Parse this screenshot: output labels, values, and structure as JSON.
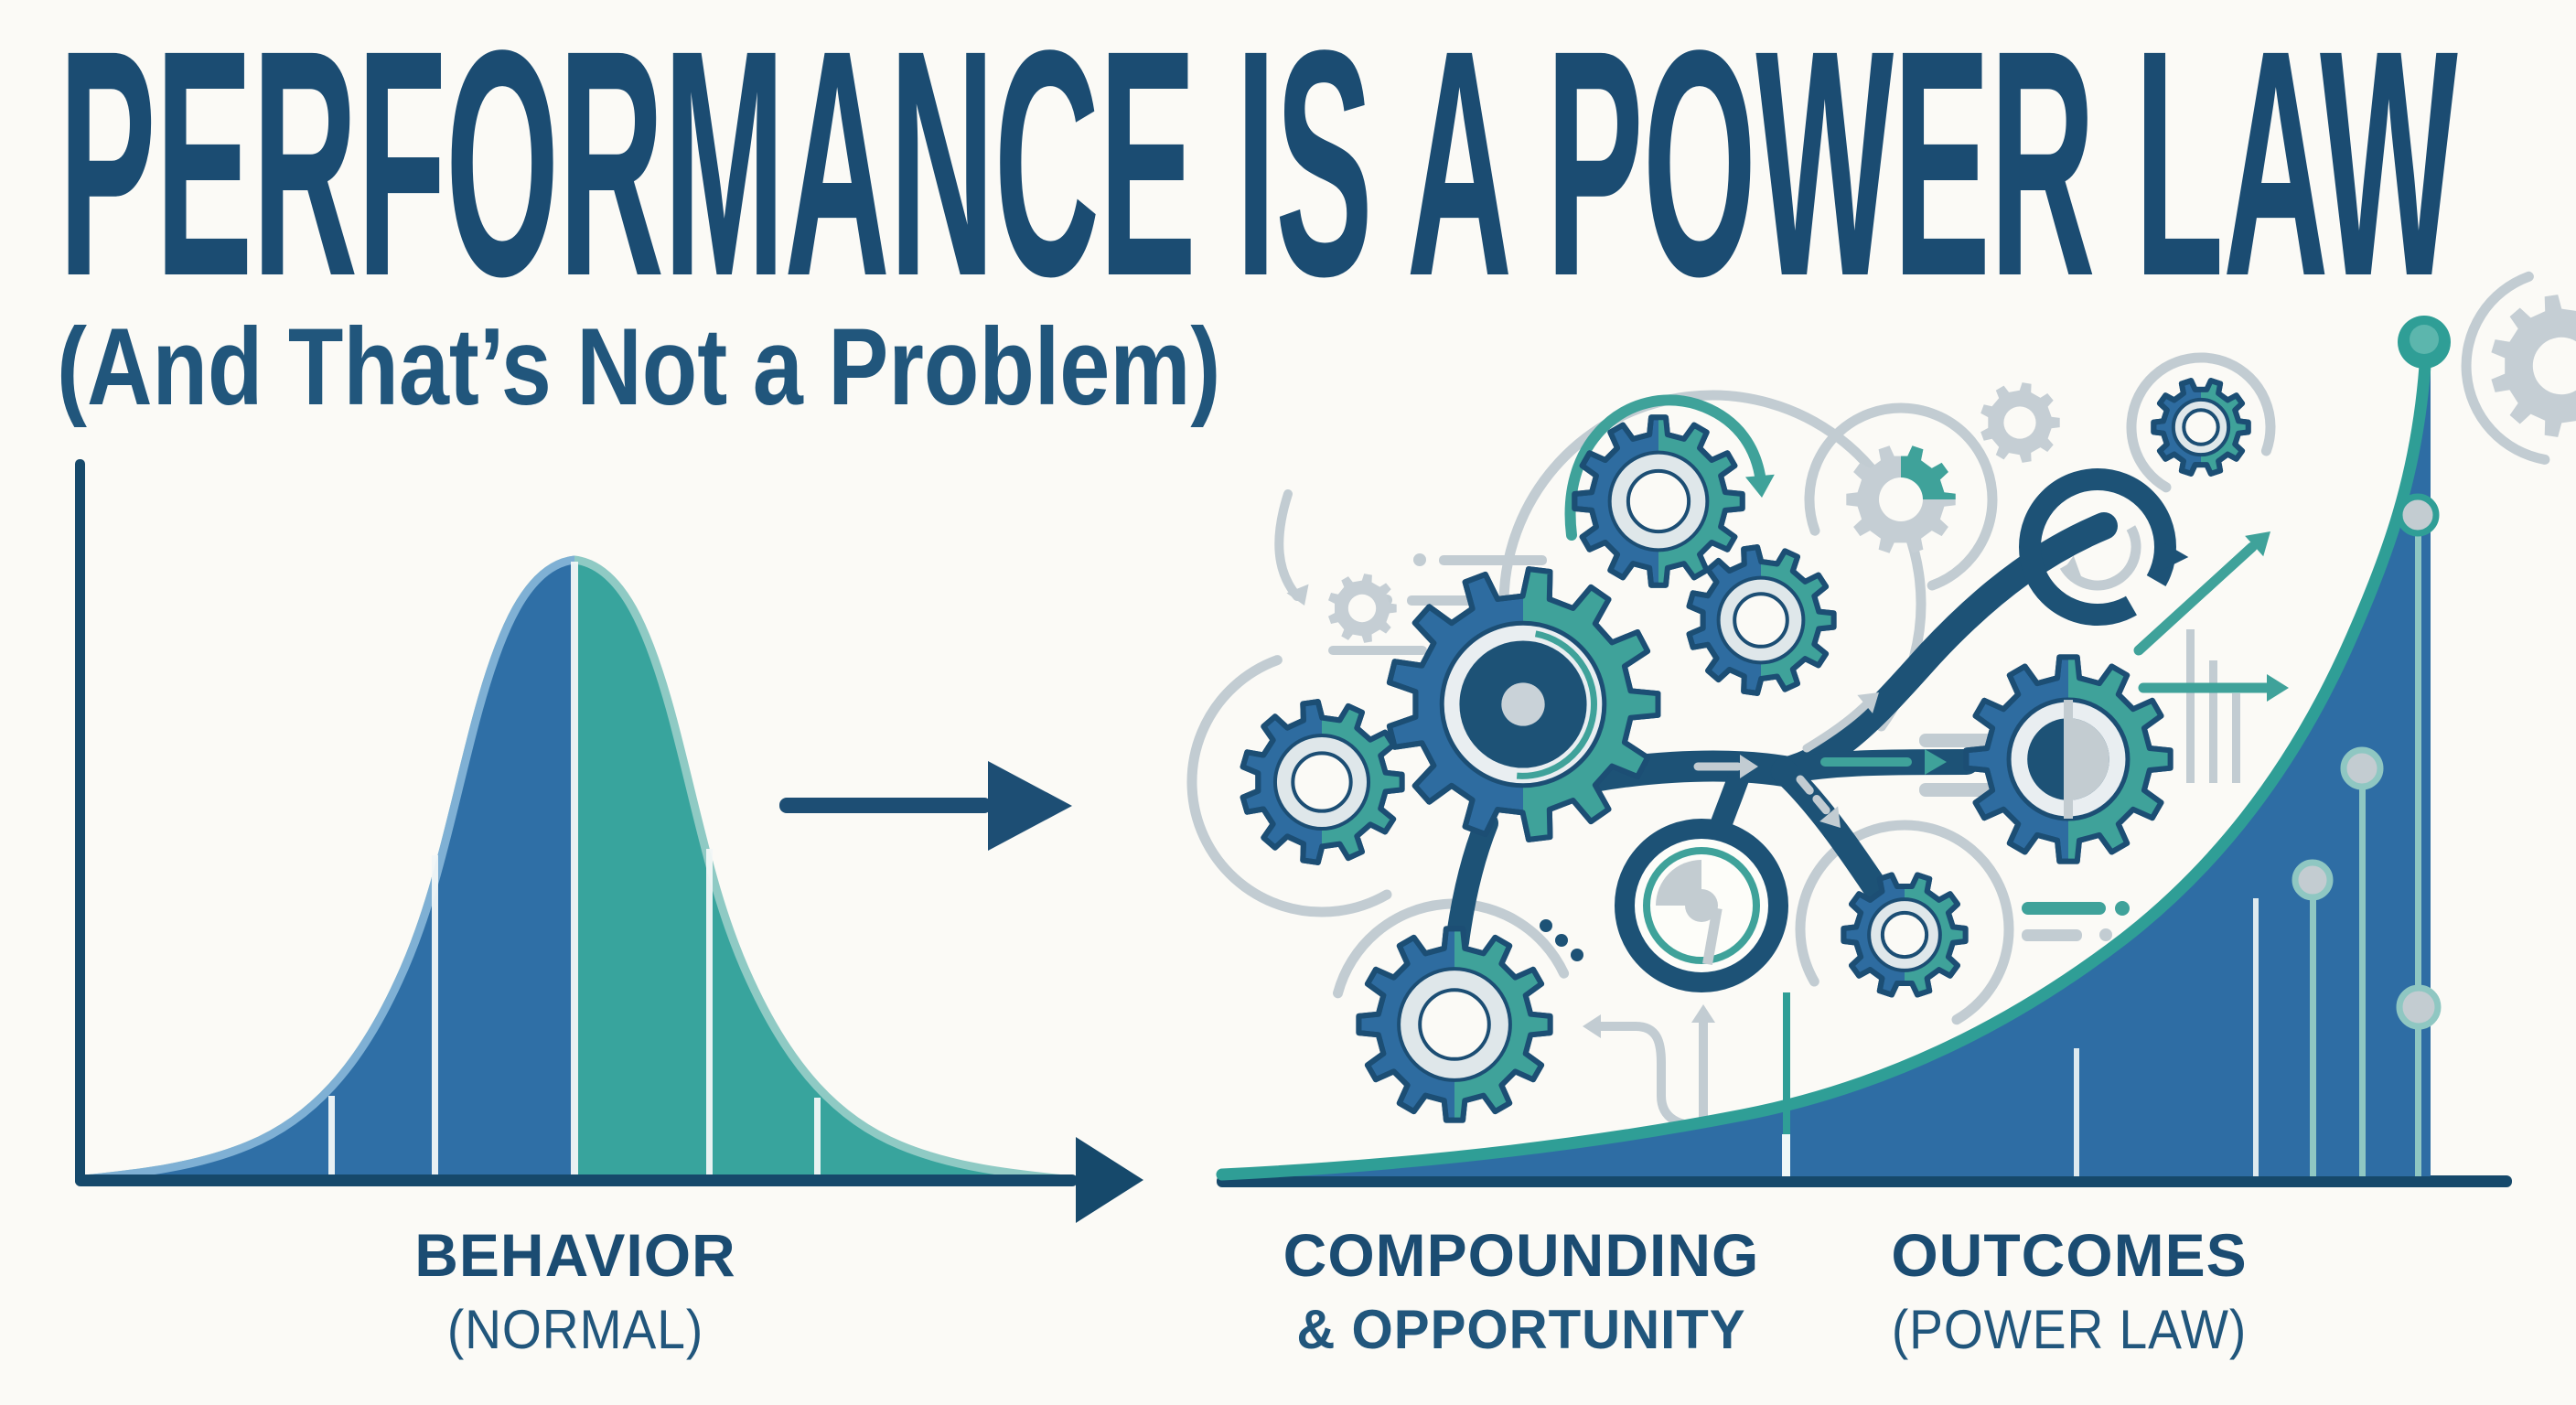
{
  "title": {
    "text": "PERFORMANCE IS A POWER LAW"
  },
  "subtitle": {
    "text": "(And That’s Not a Problem)"
  },
  "labels": {
    "behavior": {
      "line1": "BEHAVIOR",
      "line2": "(NORMAL)"
    },
    "compounding": {
      "line1": "COMPOUNDING",
      "line2": "& OPPORTUNITY"
    },
    "outcomes": {
      "line1": "OUTCOMES",
      "line2": "(POWER LAW)"
    }
  },
  "colors": {
    "background": "#fbfaf6",
    "title": "#1b4c72",
    "subtitle": "#21567c",
    "axis": "#16496b",
    "arrow": "#1d4e74",
    "bell_left": "#2f6fa6",
    "bell_right": "#38a49d",
    "bell_edge_left": "#7fb0d4",
    "bell_edge_right": "#8fcac4",
    "divider": "#f2f7f7",
    "power_fill": "#2e6da4",
    "power_stroke": "#2f9e96",
    "stem_light": "#8fc7c2",
    "node_gray": "#c3ccd1",
    "gear_blue": "#2e6ca0",
    "gear_teal": "#3fa29a",
    "gear_dark": "#1c4e74",
    "gear_gray": "#c5ced4",
    "branch": "#1d5276",
    "deco_gray": "#c2ccd2"
  },
  "chart_data": [
    {
      "type": "area",
      "name": "bell-curve",
      "title": "BEHAVIOR (NORMAL)",
      "description": "Symmetric normal distribution; left half blue, right half teal; white vertical sigma divider lines at approx -2, -1, 0, +1, +2 standard deviations; x-axis ends in right-pointing arrow.",
      "divider_positions_sigma": [
        -2,
        -1,
        0,
        1,
        2
      ]
    },
    {
      "type": "area",
      "name": "power-law-curve",
      "title": "OUTCOMES (POWER LAW)",
      "description": "Exponentially rising power-law curve filled blue with teal stroke, ending at a teal circular node; circuit-style vertical stems with gray nodes inside the fill."
    }
  ]
}
